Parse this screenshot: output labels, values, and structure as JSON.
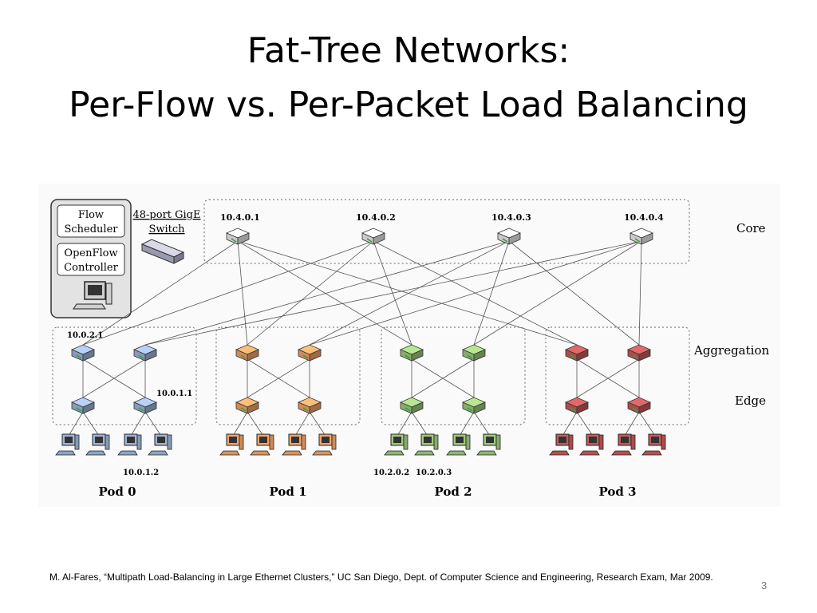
{
  "slide": {
    "title_line1": "Fat-Tree Networks:",
    "title_line2": "Per-Flow vs. Per-Packet Load Balancing",
    "citation": "M. Al-Fares, “Multipath Load-Balancing in Large Ethernet Clusters,” UC San Diego, Dept. of Computer Science and Engineering, Research Exam, Mar 2009.",
    "slide_number": "3"
  },
  "diagram": {
    "controller": {
      "flow_scheduler": [
        "Flow",
        "Scheduler"
      ],
      "openflow_controller": [
        "OpenFlow",
        "Controller"
      ]
    },
    "switch_label": [
      "48-port GigE",
      "Switch"
    ],
    "layers": {
      "core": "Core",
      "aggregation": "Aggregation",
      "edge": "Edge"
    },
    "core_ips": [
      "10.4.0.1",
      "10.4.0.2",
      "10.4.0.3",
      "10.4.0.4"
    ],
    "pods": [
      "Pod 0",
      "Pod 1",
      "Pod 2",
      "Pod 3"
    ],
    "addresses": {
      "agg_pod0": "10.0.2.1",
      "edge_pod0": "10.0.1.1",
      "host_pod0": "10.0.1.2",
      "host_pod2_a": "10.2.0.2",
      "host_pod2_b": "10.2.0.3"
    },
    "colors": {
      "pod0": "#9fb6d8",
      "pod1": "#f2a46a",
      "pod2": "#9fca7e",
      "pod3": "#c85a5a",
      "core": "#eeeeee"
    }
  }
}
